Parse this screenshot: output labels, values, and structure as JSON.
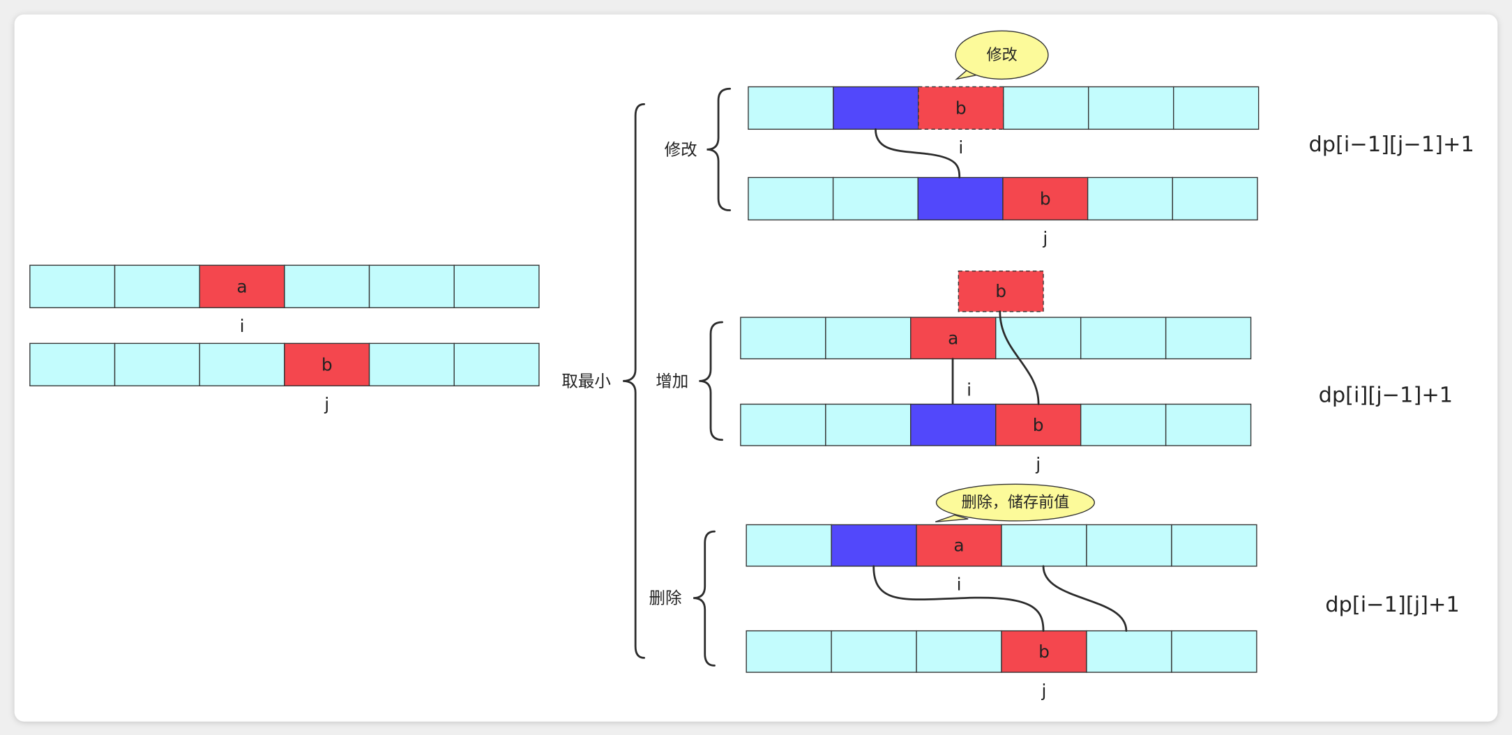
{
  "colors": {
    "cell": "#c3fcfd",
    "red": "#f4474e",
    "blue": "#5248fb",
    "bubble": "#fcfa9a",
    "stroke": "#333333",
    "card": "#ffffff"
  },
  "initial": {
    "row_i": {
      "cells": [
        "",
        "",
        "a",
        "",
        "",
        ""
      ],
      "red_cells": [
        2
      ],
      "blue_cells": [],
      "dashed_cells": [],
      "label": "i"
    },
    "row_j": {
      "cells": [
        "",
        "",
        "",
        "b",
        "",
        ""
      ],
      "red_cells": [
        3
      ],
      "blue_cells": [],
      "dashed_cells": [],
      "label": "j"
    }
  },
  "min_label": "取最小",
  "branches": [
    {
      "label": "修改",
      "note": "修改",
      "formula": "dp[i−1][j−1]+1",
      "top": {
        "cells": [
          "",
          "",
          "b",
          "",
          "",
          ""
        ],
        "red_cells": [
          2
        ],
        "blue_cells": [
          1
        ],
        "dashed_cells": [
          2
        ],
        "label": "i"
      },
      "bottom": {
        "cells": [
          "",
          "",
          "",
          "b",
          "",
          ""
        ],
        "red_cells": [
          3
        ],
        "blue_cells": [
          2
        ],
        "dashed_cells": [],
        "label": "j"
      }
    },
    {
      "label": "增加",
      "inserted_cell": "b",
      "formula": "dp[i][j−1]+1",
      "top": {
        "cells": [
          "",
          "",
          "a",
          "",
          "",
          ""
        ],
        "red_cells": [
          2
        ],
        "blue_cells": [],
        "dashed_cells": [],
        "label": "i"
      },
      "bottom": {
        "cells": [
          "",
          "",
          "",
          "b",
          "",
          ""
        ],
        "red_cells": [
          3
        ],
        "blue_cells": [
          2
        ],
        "dashed_cells": [],
        "label": "j"
      }
    },
    {
      "label": "删除",
      "note": "删除，储存前值",
      "formula": "dp[i−1][j]+1",
      "top": {
        "cells": [
          "",
          "",
          "a",
          "",
          "",
          ""
        ],
        "red_cells": [
          2
        ],
        "blue_cells": [
          1
        ],
        "dashed_cells": [],
        "label": "i"
      },
      "bottom": {
        "cells": [
          "",
          "",
          "",
          "b",
          "",
          ""
        ],
        "red_cells": [
          3
        ],
        "blue_cells": [],
        "dashed_cells": [],
        "label": "j"
      }
    }
  ]
}
